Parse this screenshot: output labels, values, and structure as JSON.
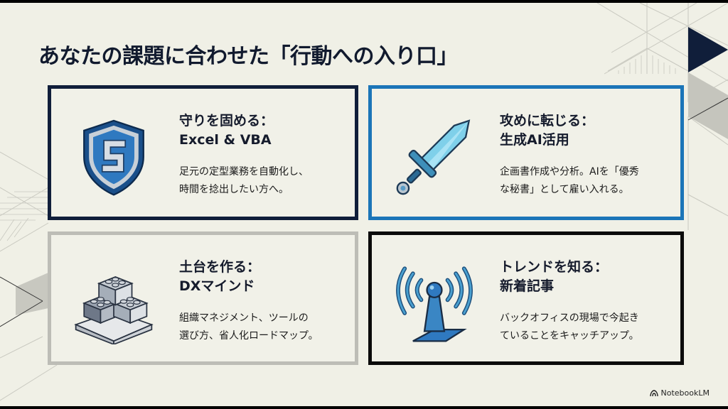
{
  "slide": {
    "title": "あなたの課題に合わせた「行動への入り口」",
    "cards": [
      {
        "heading": "守りを固める：\nExcel & VBA",
        "description": "足元の定型業務を自動化し、\n時間を捻出したい方へ。",
        "icon": "shield-icon",
        "border_color": "#101e3a"
      },
      {
        "heading": "攻めに転じる：\n生成AI活用",
        "description": "企画書作成や分析。AIを「優秀\nな秘書」として雇い入れる。",
        "icon": "sword-icon",
        "border_color": "#1b75b8"
      },
      {
        "heading": "土台を作る：\nDXマインド",
        "description": "組織マネジメント、ツールの\n選び方、省人化ロードマップ。",
        "icon": "blocks-icon",
        "border_color": "#bdbdb6"
      },
      {
        "heading": "トレンドを知る：\n新着記事",
        "description": "バックオフィスの現場で今起き\nていることをキャッチアップ。",
        "icon": "antenna-icon",
        "border_color": "#0b0b0b"
      }
    ]
  },
  "watermark": {
    "label": "NotebookLM",
    "icon": "notebooklm-logo-icon"
  },
  "colors": {
    "background": "#f0f0e6",
    "navy": "#101e3a",
    "accent_blue": "#1b75b8",
    "gray": "#bdbdb6"
  }
}
